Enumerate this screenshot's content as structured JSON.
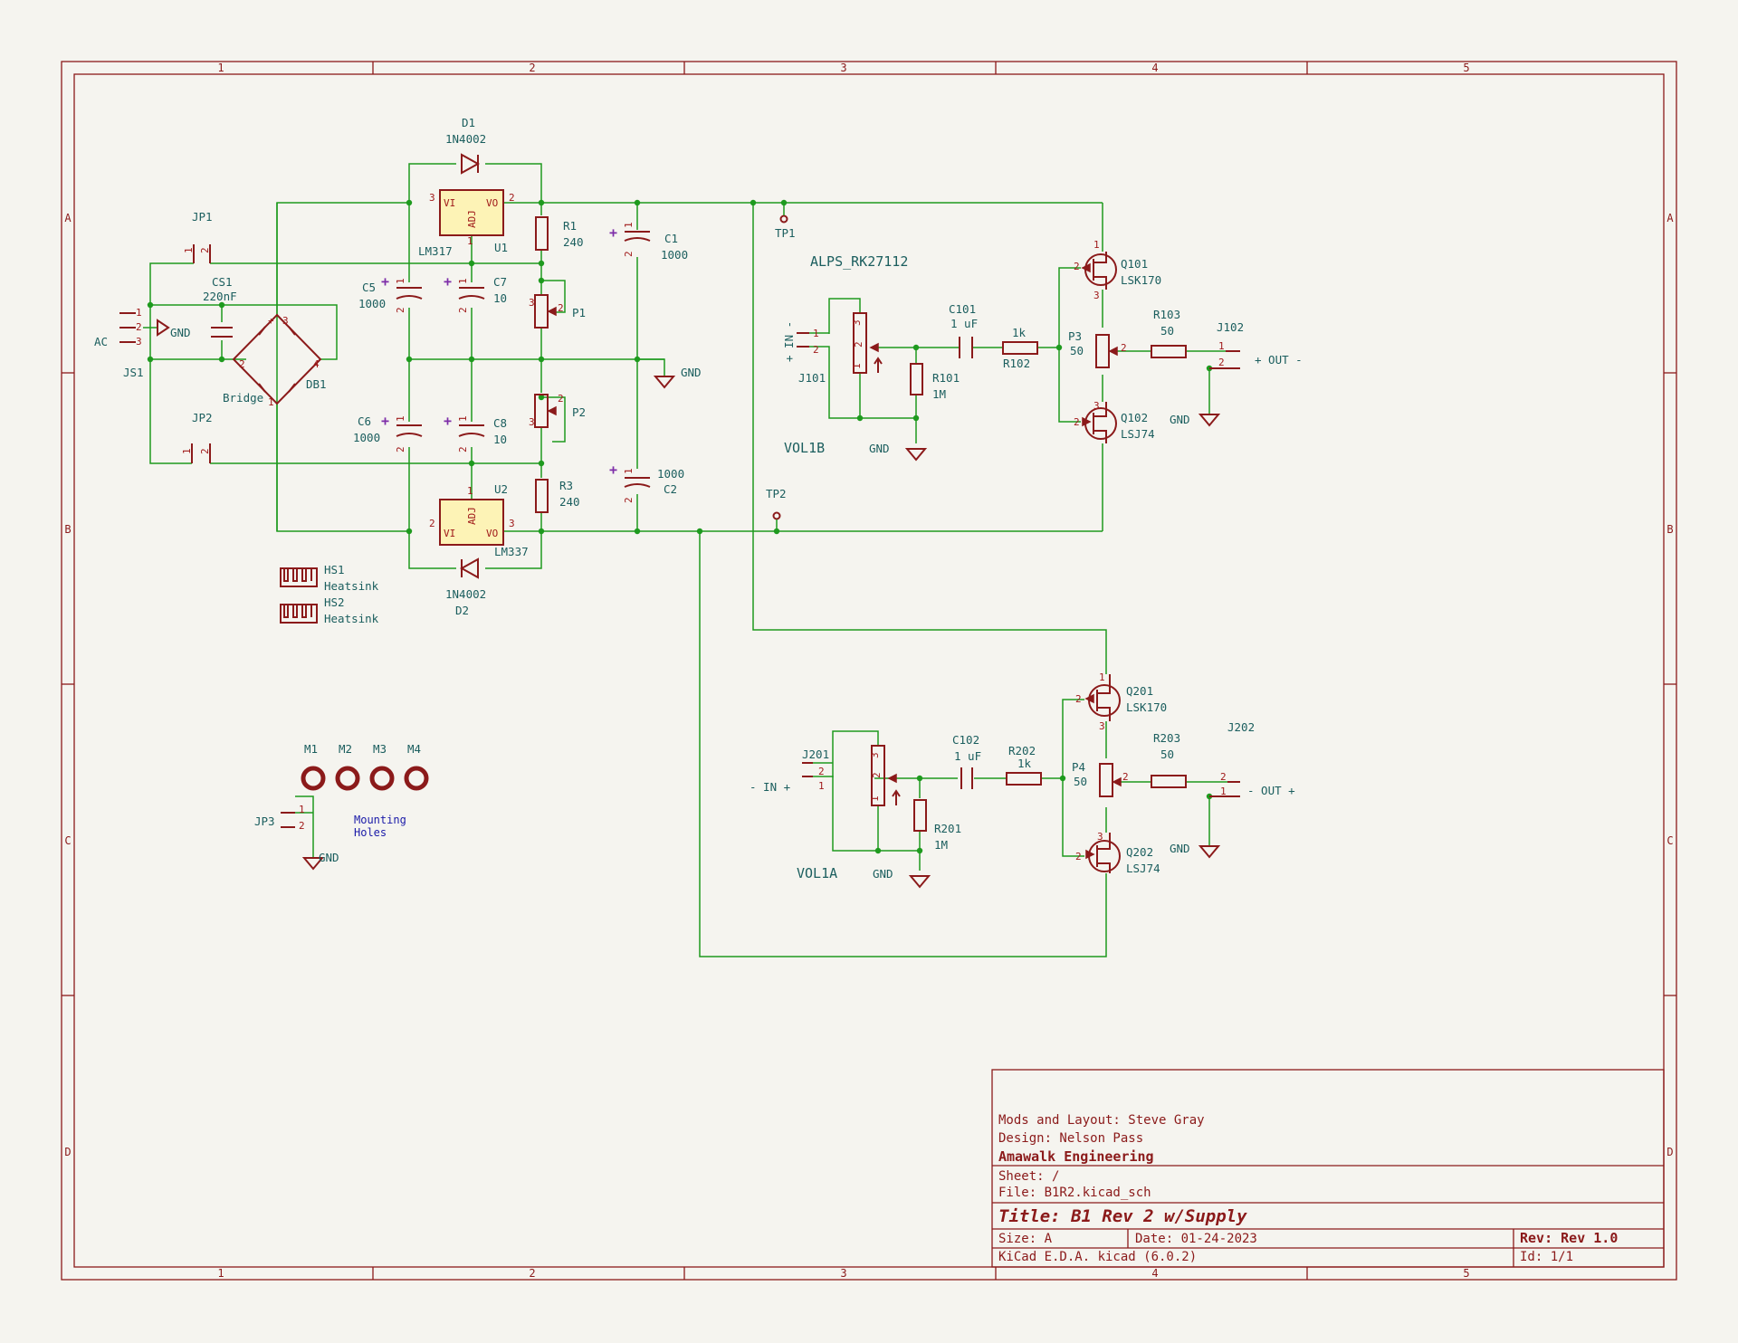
{
  "title_block": {
    "mods": "Mods and Layout: Steve Gray",
    "design": "Design:  Nelson Pass",
    "company": "Amawalk Engineering",
    "sheet": "Sheet: /",
    "file": "File: B1R2.kicad_sch",
    "title": "Title: B1 Rev 2 w/Supply",
    "size": "Size: A",
    "date": "Date: 01-24-2023",
    "rev": "Rev: Rev 1.0",
    "tool": "KiCad E.D.A.  kicad (6.0.2)",
    "id": "Id: 1/1"
  },
  "zones": {
    "cols": [
      "1",
      "2",
      "3",
      "4",
      "5"
    ],
    "rows": [
      "A",
      "B",
      "C",
      "D"
    ]
  },
  "labels": {
    "D1": "D1",
    "D1_val": "1N4002",
    "D2": "D2",
    "D2_val": "1N4002",
    "U1": "U1",
    "U1_val": "LM317",
    "U2": "U2",
    "U2_val": "LM337",
    "ic_vi": "VI",
    "ic_vo": "VO",
    "ic_adj": "ADJ",
    "R1": "R1",
    "R1_val": "240",
    "R3": "R3",
    "R3_val": "240",
    "C1": "C1",
    "C1_val": "1000",
    "C2": "C2",
    "C2_val": "1000",
    "C5": "C5",
    "C5_val": "1000",
    "C6": "C6",
    "C6_val": "1000",
    "C7": "C7",
    "C7_val": "10",
    "C8": "C8",
    "C8_val": "10",
    "P1": "P1",
    "P2": "P2",
    "JP1": "JP1",
    "JP2": "JP2",
    "JP3": "JP3",
    "CS1": "CS1",
    "CS1_val": "220nF",
    "AC": "AC",
    "JS1": "JS1",
    "bridge": "Bridge",
    "DB1": "DB1",
    "gnd": "GND",
    "TP1": "TP1",
    "TP2": "TP2",
    "alps": "ALPS_RK27112",
    "HS1": "HS1",
    "HS2": "HS2",
    "heatsink": "Heatsink",
    "M1": "M1",
    "M2": "M2",
    "M3": "M3",
    "M4": "M4",
    "mount1": "Mounting",
    "mount2": "Holes",
    "J101": "J101",
    "J102": "J102",
    "J201": "J201",
    "J202": "J202",
    "in_b": "+ IN -",
    "in_a": "- IN +",
    "out_b": "+ OUT -",
    "out_a": "- OUT +",
    "C101": "C101",
    "C101_val": "1 uF",
    "C102": "C102",
    "C102_val": "1 uF",
    "R101": "R101",
    "R101_val": "1M",
    "R201": "R201",
    "R201_val": "1M",
    "R102": "R102",
    "R102_val": "1k",
    "R202": "R202",
    "R202_val": "1k",
    "R103": "R103",
    "R103_val": "50",
    "R203": "R203",
    "R203_val": "50",
    "P3": "P3",
    "P3_val": "50",
    "P4": "P4",
    "P4_val": "50",
    "Q101": "Q101",
    "Q101_val": "LSK170",
    "Q102": "Q102",
    "Q102_val": "LSJ74",
    "Q201": "Q201",
    "Q201_val": "LSK170",
    "Q202": "Q202",
    "Q202_val": "LSJ74",
    "VOL1B": "VOL1B",
    "VOL1A": "VOL1A"
  }
}
